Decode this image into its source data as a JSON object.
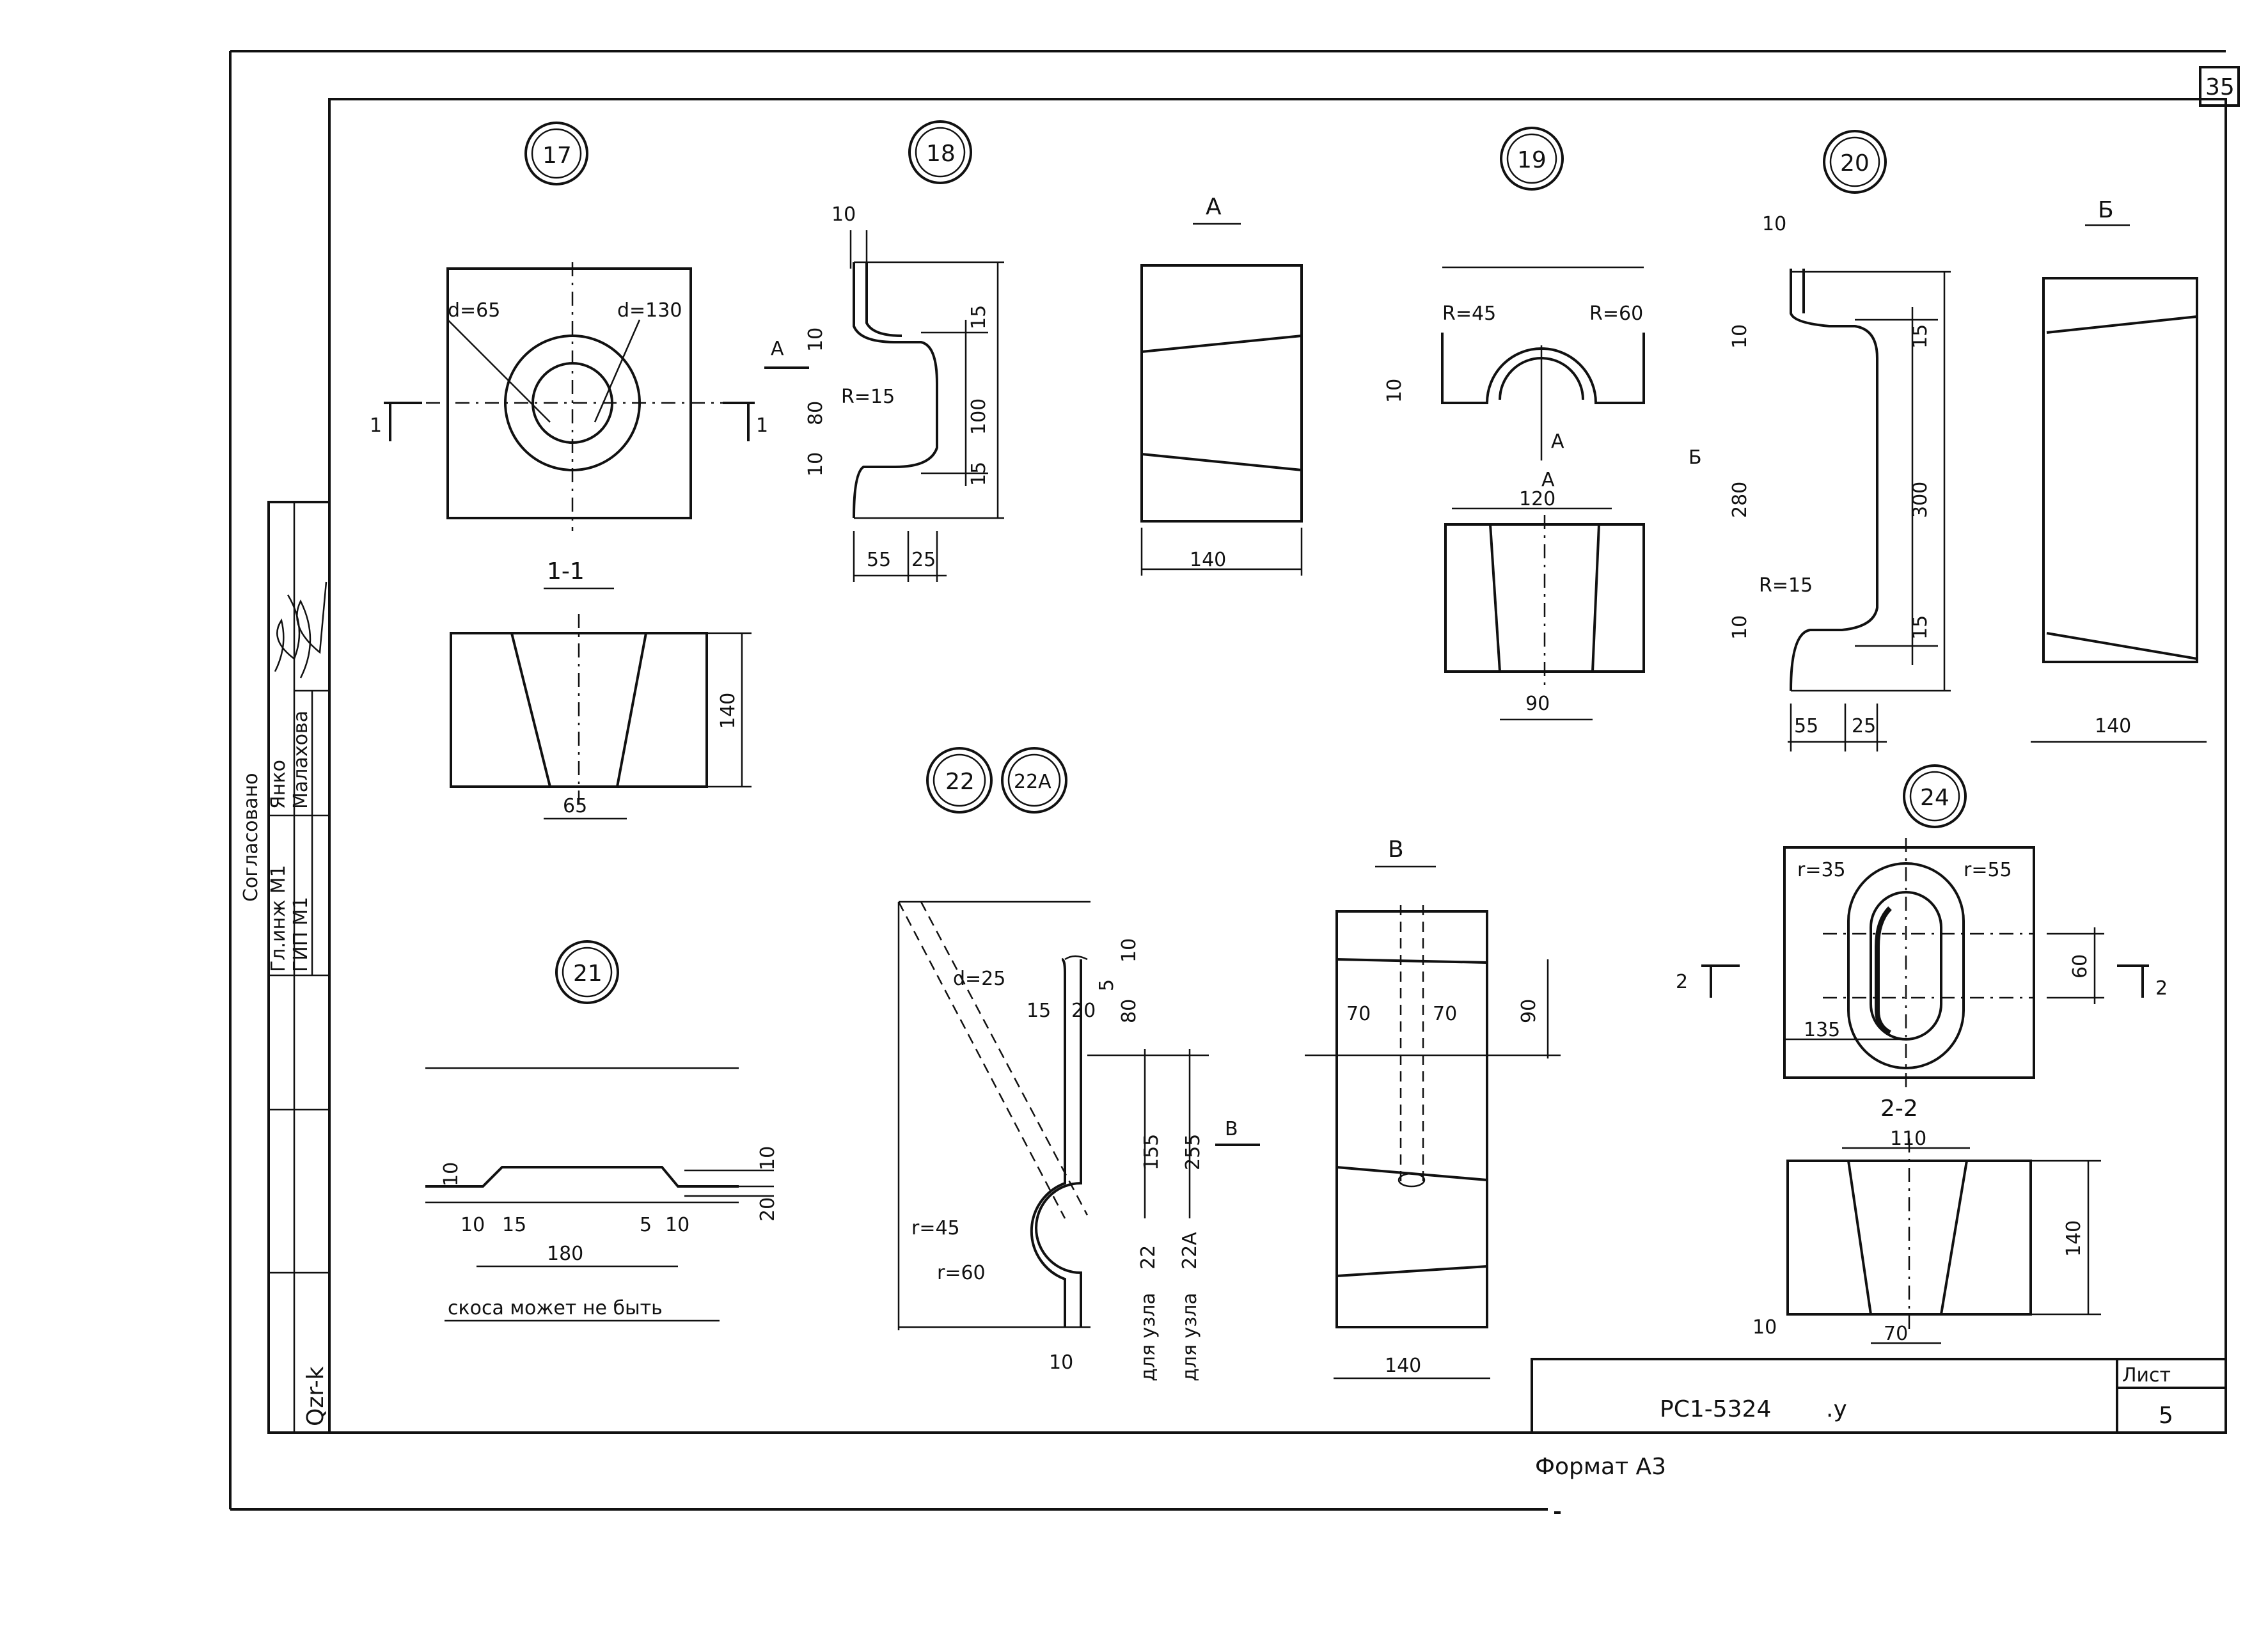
{
  "sheet": {
    "corner_number": "35",
    "doc_code": "РС1-5324",
    "doc_suffix": ".у",
    "sheet_label": "Лист",
    "sheet_number": "5",
    "format": "Формат А3",
    "side_stamp": "Qzr-k"
  },
  "approval": {
    "title": "Согласовано",
    "rows": [
      {
        "role": "Гл.инж М1",
        "name": "Янко"
      },
      {
        "role": "ГИП М1",
        "name": "Малахова"
      }
    ]
  },
  "details": {
    "d17": {
      "num": "17",
      "d_inner": "d=65",
      "d_outer": "d=130",
      "cut": "1",
      "section_title": "1-1",
      "h": "140",
      "b": "65"
    },
    "d18": {
      "num": "18",
      "arrow": "A",
      "t": "10",
      "r": "R=15",
      "dims": [
        "10",
        "80",
        "10",
        "15",
        "100",
        "15"
      ],
      "w1": "55",
      "w2": "25"
    },
    "viewA": {
      "title": "A",
      "w": "140"
    },
    "d19": {
      "num": "19",
      "r1": "R=45",
      "r2": "R=60",
      "t": "10",
      "arrow": "A",
      "section_title": "A",
      "top_w": "120",
      "bot_w": "90"
    },
    "d20": {
      "num": "20",
      "t": "10",
      "arrow": "Б",
      "r": "R=15",
      "dims": [
        "10",
        "280",
        "10",
        "15",
        "300",
        "15"
      ],
      "w1": "55",
      "w2": "25"
    },
    "viewB": {
      "title": "Б",
      "w": "140"
    },
    "d21": {
      "num": "21",
      "dims": [
        "10",
        "10",
        "20"
      ],
      "w_a": "10",
      "w_b": "15",
      "w_c": "180",
      "w_d": "5",
      "w_e": "10",
      "note": "скоса может не быть"
    },
    "d22": {
      "num1": "22",
      "num2": "22А",
      "d": "d=25",
      "r1": "r=45",
      "r2": "r=60",
      "w1": "15",
      "w2": "20",
      "h1": "5",
      "h2": "10",
      "h3": "80",
      "h4": "155",
      "h5": "255",
      "arrow": "B",
      "t": "10",
      "note1": "для узла",
      "ref1": "22",
      "note2": "для узла",
      "ref2": "22А"
    },
    "viewV": {
      "title": "B",
      "w1": "70",
      "w2": "70",
      "h": "90",
      "w": "140"
    },
    "d24": {
      "num": "24",
      "r1": "r=35",
      "r2": "r=55",
      "h": "60",
      "w": "135",
      "cut": "2",
      "section_title": "2-2",
      "top_w": "110",
      "h2": "140",
      "t": "10",
      "bot_w": "70"
    }
  }
}
